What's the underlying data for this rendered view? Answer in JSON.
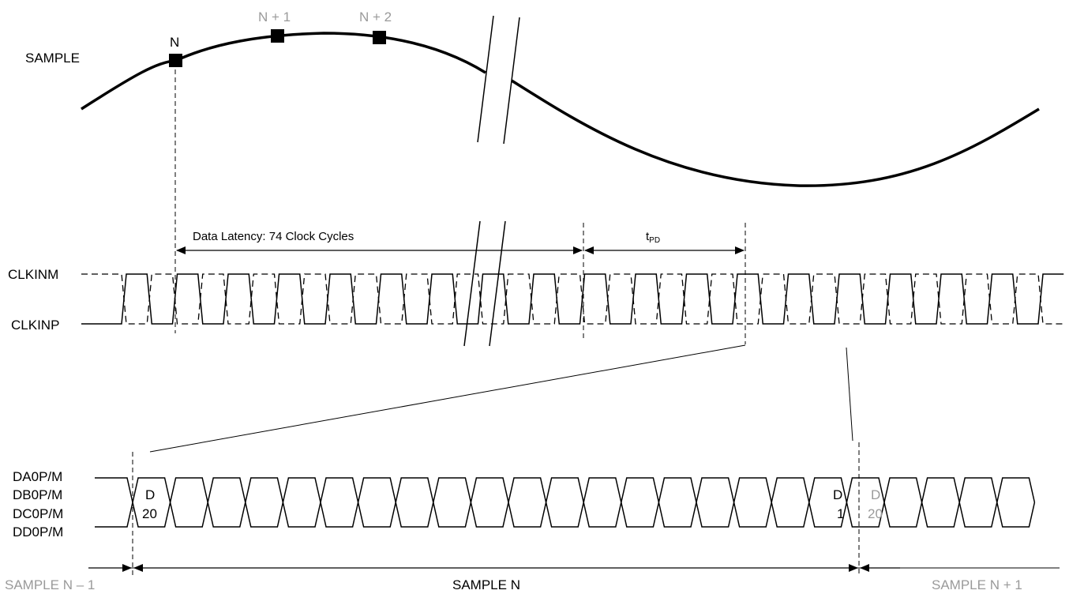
{
  "sample": {
    "label": "SAMPLE",
    "points": [
      "N",
      "N + 1",
      "N + 2"
    ]
  },
  "latency": {
    "label": "Data Latency: 74 Clock Cycles",
    "tpd_main": "t",
    "tpd_sub": "PD"
  },
  "clock": {
    "labels": [
      "CLKINM",
      "CLKINP"
    ]
  },
  "data_lanes": {
    "labels": [
      "DA0P/M",
      "DB0P/M",
      "DC0P/M",
      "DD0P/M"
    ],
    "first_word": {
      "top": "D",
      "bottom": "20"
    },
    "last_word": {
      "top": "D",
      "bottom": "1"
    },
    "next_word": {
      "top": "D",
      "bottom": "20"
    }
  },
  "bottom_axis": {
    "prev": "SAMPLE N – 1",
    "current": "SAMPLE N",
    "next": "SAMPLE N + 1"
  },
  "colors": {
    "ink": "#000000",
    "faded": "#9a9a9a"
  }
}
